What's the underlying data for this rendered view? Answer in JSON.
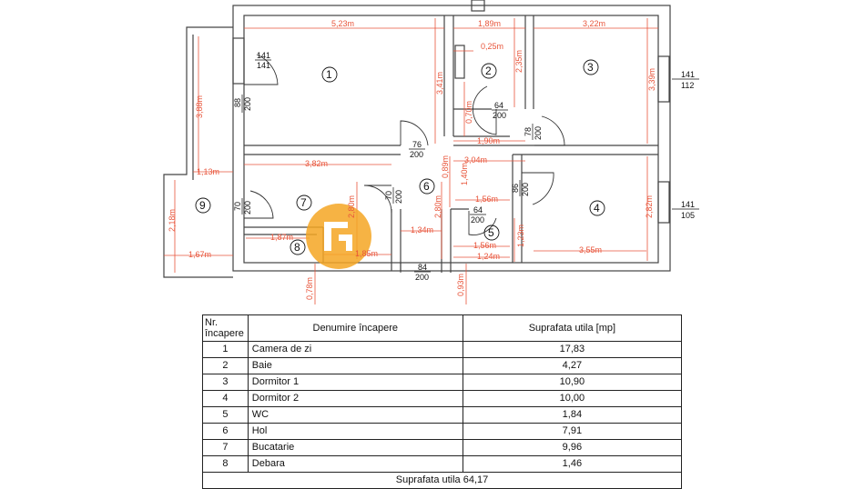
{
  "dimensions": {
    "d_523": "5,23m",
    "d_189": "1,89m",
    "d_322": "3,22m",
    "d_025": "0,25m",
    "d_235": "2,35m",
    "d_341": "3,41m",
    "d_339": "3,39m",
    "d_388": "3,88m",
    "d_070": "0,70m",
    "d_190": "1,90m",
    "d_113": "1,13m",
    "d_382": "3,82m",
    "d_304": "3,04m",
    "d_089": "0,89m",
    "d_140": "1,40m",
    "d_156a": "1,56m",
    "d_280a": "2,80m",
    "d_280b": "2,80m",
    "d_218": "2,18m",
    "d_134": "1,34m",
    "d_187": "1,87m",
    "d_185": "1,85m",
    "d_167": "1,67m",
    "d_156b": "1,56m",
    "d_123": "1,23m",
    "d_124": "1,24m",
    "d_355": "3,55m",
    "d_282": "2,82m",
    "d_078": "0,78m",
    "d_093": "0,93m"
  },
  "openings": {
    "w1": [
      "141",
      "141"
    ],
    "w3": [
      "141",
      "112"
    ],
    "w4": [
      "141",
      "105"
    ],
    "d1": [
      "88",
      "200"
    ],
    "d2": [
      "64",
      "200"
    ],
    "d3": [
      "78",
      "200"
    ],
    "d4": [
      "76",
      "200"
    ],
    "d5": [
      "86",
      "200"
    ],
    "d6": [
      "70",
      "200"
    ],
    "d7": [
      "70",
      "200"
    ],
    "d8": [
      "64",
      "200"
    ],
    "d9": [
      "84",
      "200"
    ]
  },
  "room_numbers": [
    "1",
    "2",
    "3",
    "4",
    "5",
    "6",
    "7",
    "8",
    "9"
  ],
  "table": {
    "headers": [
      "Nr. încapere",
      "Denumire încapere",
      "Suprafata utila [mp]"
    ],
    "rows": [
      {
        "nr": "1",
        "name": "Camera de zi",
        "area": "17,83"
      },
      {
        "nr": "2",
        "name": "Baie",
        "area": "4,27"
      },
      {
        "nr": "3",
        "name": "Dormitor 1",
        "area": "10,90"
      },
      {
        "nr": "4",
        "name": "Dormitor 2",
        "area": "10,00"
      },
      {
        "nr": "5",
        "name": "WC",
        "area": "1,84"
      },
      {
        "nr": "6",
        "name": "Hol",
        "area": "7,91"
      },
      {
        "nr": "7",
        "name": "Bucatarie",
        "area": "9,96"
      },
      {
        "nr": "8",
        "name": "Debara",
        "area": "1,46"
      }
    ],
    "total": "Suprafata utila 64,17"
  },
  "colors": {
    "dimension": "#e8553b",
    "watermark": "#f5a623",
    "wall": "#444444"
  }
}
